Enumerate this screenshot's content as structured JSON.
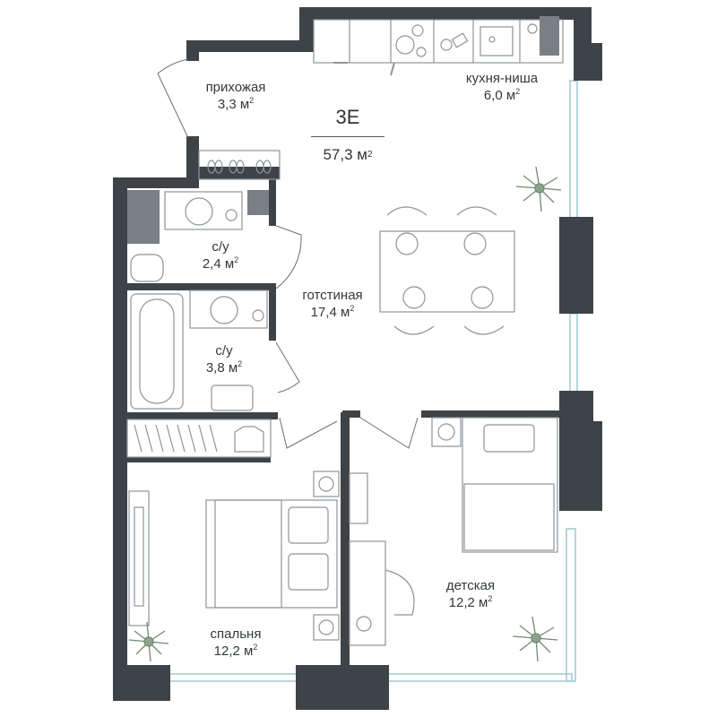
{
  "apartment": {
    "code": "3E",
    "total_area": "57,3 м",
    "area_unit_sup": "2"
  },
  "rooms": [
    {
      "name": "прихожая",
      "area": "3,3 м",
      "sup": "2"
    },
    {
      "name": "кухня-ниша",
      "area": "6,0 м",
      "sup": "2"
    },
    {
      "name": "с/у",
      "area": "2,4 м",
      "sup": "2"
    },
    {
      "name": "готстиная",
      "area": "17,4 м",
      "sup": "2"
    },
    {
      "name": "с/у",
      "area": "3,8 м",
      "sup": "2"
    },
    {
      "name": "детская",
      "area": "12,2 м",
      "sup": "2"
    },
    {
      "name": "спальня",
      "area": "12,2 м",
      "sup": "2"
    }
  ],
  "colors": {
    "wall": "#3d4346",
    "window": "#9fc9d3",
    "fixture": "#8e9498",
    "line": "#555b5e"
  }
}
